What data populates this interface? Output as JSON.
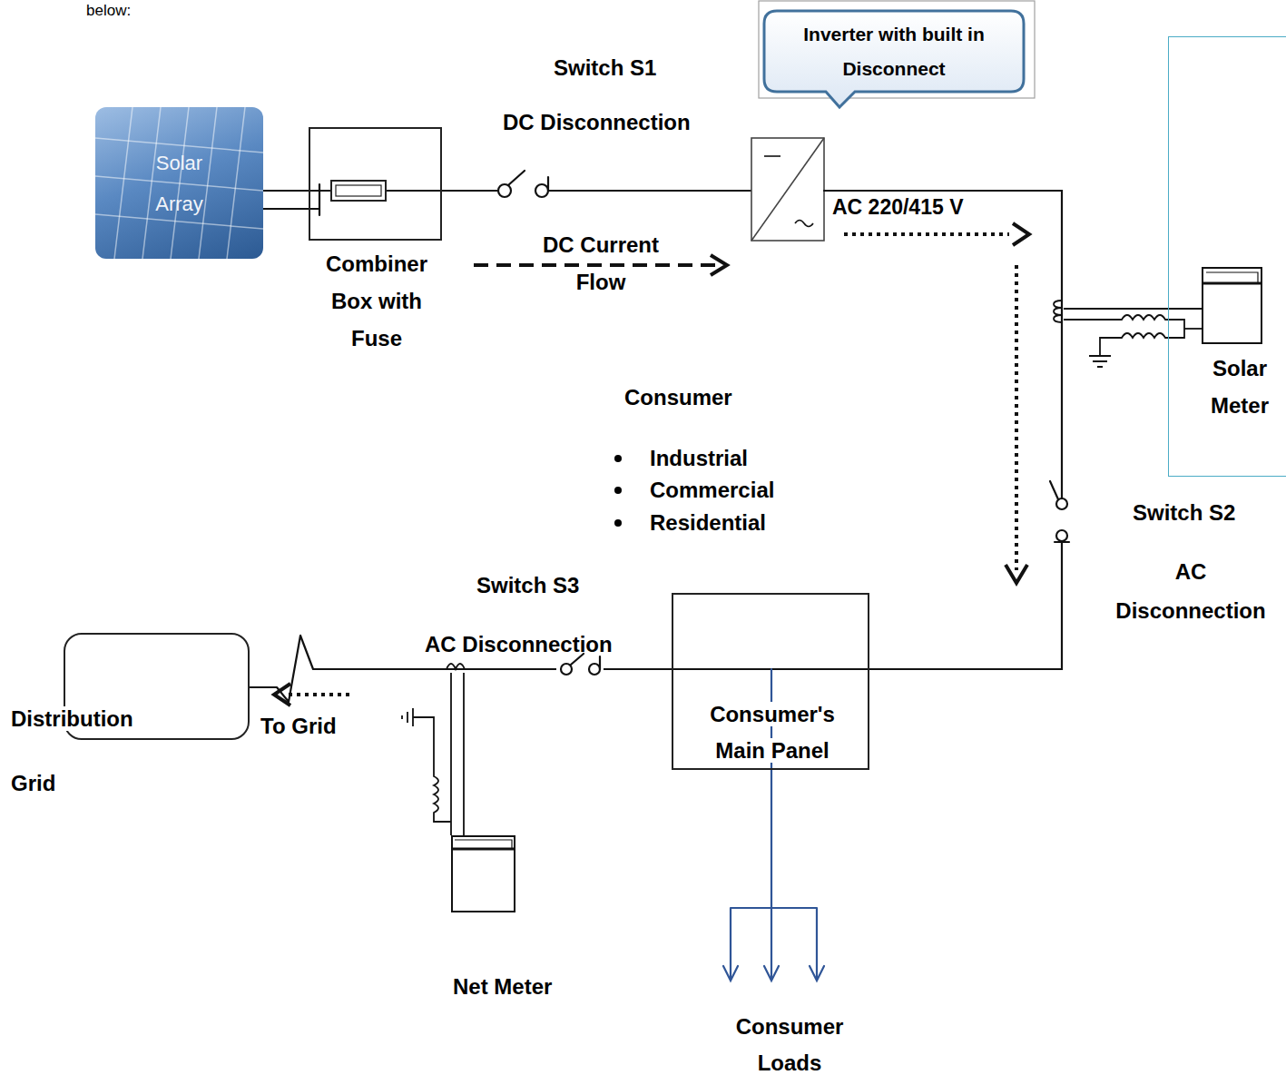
{
  "diagram": {
    "nodes": [
      {
        "text": [
          "Inverter with built in Disconnect"
        ]
      },
      {
        "text": [
          "Solar Array"
        ]
      },
      {
        "text": [
          "Combiner Box with Fuse"
        ]
      },
      {
        "text": [
          "Solar Meter"
        ]
      },
      {
        "text": [
          "Consumer's Main Panel"
        ]
      },
      {
        "text": [
          "Distribution Grid"
        ]
      },
      {
        "text": [
          "Net Meter"
        ]
      }
    ],
    "edges": [
      {
        "from": 1,
        "to": 2,
        "arrow": "none"
      },
      {
        "from": 4,
        "to": 5,
        "arrow": "none"
      }
    ],
    "labels": [
      "below:",
      "Switch S1",
      "DC Disconnection",
      "DC Current Flow",
      "AC 220/415 V",
      "Consumer",
      "Industrial",
      "Commercial",
      "Residential",
      "Switch S2",
      "AC Disconnection",
      "Switch S3",
      "AC Disconnection",
      "To Grid",
      "Consumer Loads"
    ]
  }
}
